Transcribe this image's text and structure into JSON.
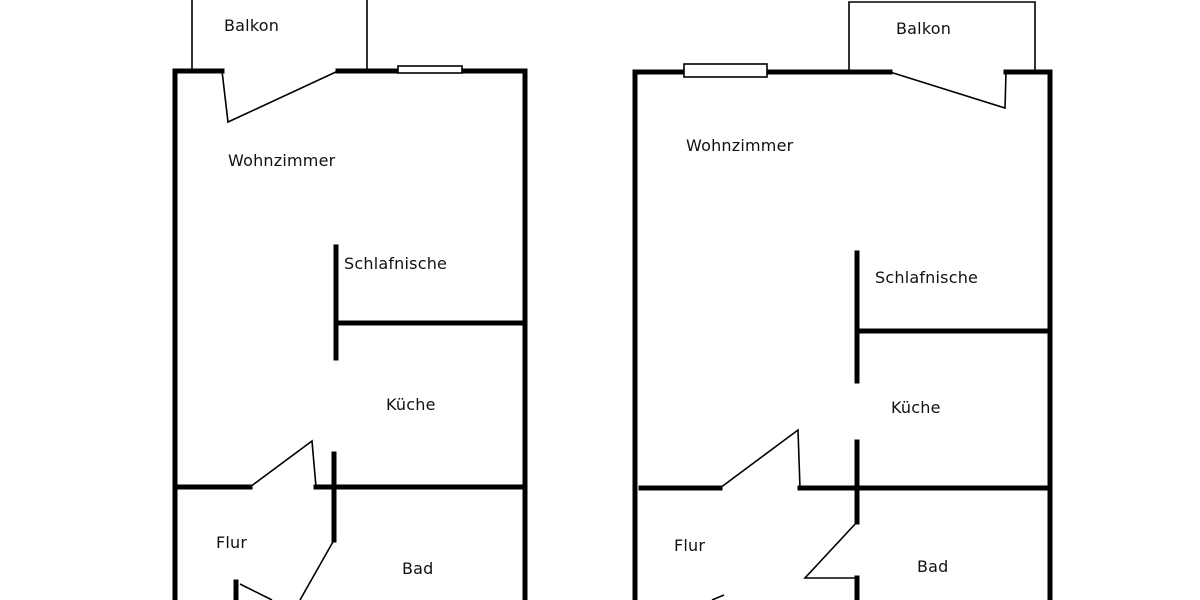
{
  "floorplans": [
    {
      "rooms": {
        "balcony": "Balkon",
        "living_room": "Wohnzimmer",
        "sleeping_nook": "Schlafnische",
        "kitchen": "Küche",
        "hallway": "Flur",
        "bathroom": "Bad"
      }
    },
    {
      "rooms": {
        "balcony": "Balkon",
        "living_room": "Wohnzimmer",
        "sleeping_nook": "Schlafnische",
        "kitchen": "Küche",
        "hallway": "Flur",
        "bathroom": "Bad"
      }
    }
  ]
}
